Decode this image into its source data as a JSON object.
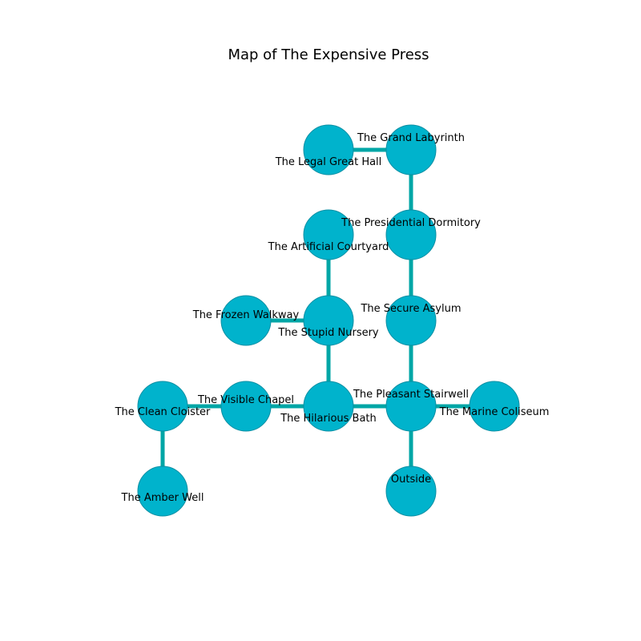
{
  "title": "Map of The Expensive Press",
  "colors": {
    "node_fill": "#00b3cc",
    "node_stroke": "#0a8fa3",
    "edge": "#00a6a6"
  },
  "rooms": [
    {
      "id": "legal_great_hall",
      "name": "The Legal Great Hall"
    },
    {
      "id": "grand_labyrinth",
      "name": "The Grand Labyrinth"
    },
    {
      "id": "artificial_courtyard",
      "name": "The Artificial Courtyard"
    },
    {
      "id": "presidential_dormitory",
      "name": "The Presidential Dormitory"
    },
    {
      "id": "frozen_walkway",
      "name": "The Frozen Walkway"
    },
    {
      "id": "stupid_nursery",
      "name": "The Stupid Nursery"
    },
    {
      "id": "secure_asylum",
      "name": "The Secure Asylum"
    },
    {
      "id": "clean_cloister",
      "name": "The Clean Cloister"
    },
    {
      "id": "visible_chapel",
      "name": "The Visible Chapel"
    },
    {
      "id": "hilarious_bath",
      "name": "The Hilarious Bath"
    },
    {
      "id": "pleasant_stairwell",
      "name": "The Pleasant Stairwell"
    },
    {
      "id": "marine_coliseum",
      "name": "The Marine Coliseum"
    },
    {
      "id": "amber_well",
      "name": "The Amber Well"
    },
    {
      "id": "outside",
      "name": "Outside"
    }
  ],
  "connections": [
    [
      "legal_great_hall",
      "grand_labyrinth"
    ],
    [
      "grand_labyrinth",
      "presidential_dormitory"
    ],
    [
      "presidential_dormitory",
      "secure_asylum"
    ],
    [
      "secure_asylum",
      "pleasant_stairwell"
    ],
    [
      "artificial_courtyard",
      "stupid_nursery"
    ],
    [
      "frozen_walkway",
      "stupid_nursery"
    ],
    [
      "stupid_nursery",
      "hilarious_bath"
    ],
    [
      "clean_cloister",
      "visible_chapel"
    ],
    [
      "visible_chapel",
      "hilarious_bath"
    ],
    [
      "hilarious_bath",
      "pleasant_stairwell"
    ],
    [
      "pleasant_stairwell",
      "marine_coliseum"
    ],
    [
      "pleasant_stairwell",
      "outside"
    ],
    [
      "clean_cloister",
      "amber_well"
    ]
  ]
}
